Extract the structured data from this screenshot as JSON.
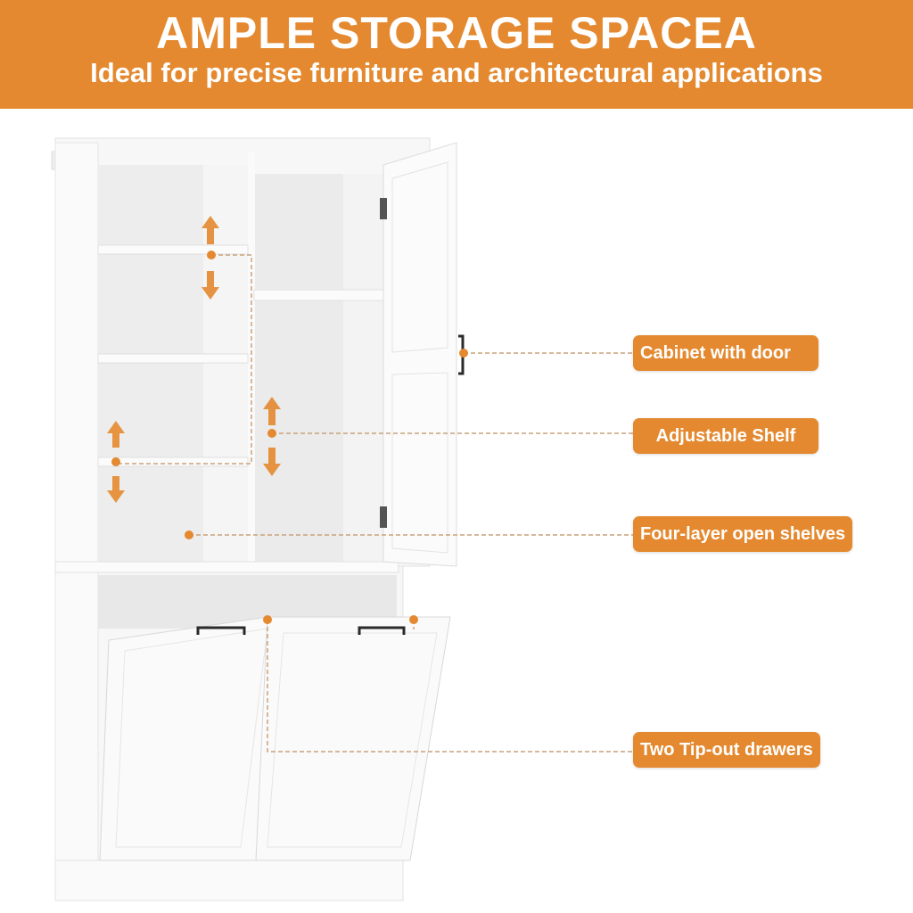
{
  "banner": {
    "title": "AMPLE STORAGE SPACEA",
    "subtitle": "Ideal for precise furniture and architectural applications"
  },
  "callouts": [
    {
      "label": "Cabinet with door"
    },
    {
      "label": "Adjustable Shelf"
    },
    {
      "label": "Four-layer open shelves"
    },
    {
      "label": "Two Tip-out drawers"
    }
  ],
  "colors": {
    "accent": "#E4892F",
    "line": "#C9A27A",
    "cabinet": "#F4F4F4",
    "handle": "#2A2A2A"
  }
}
